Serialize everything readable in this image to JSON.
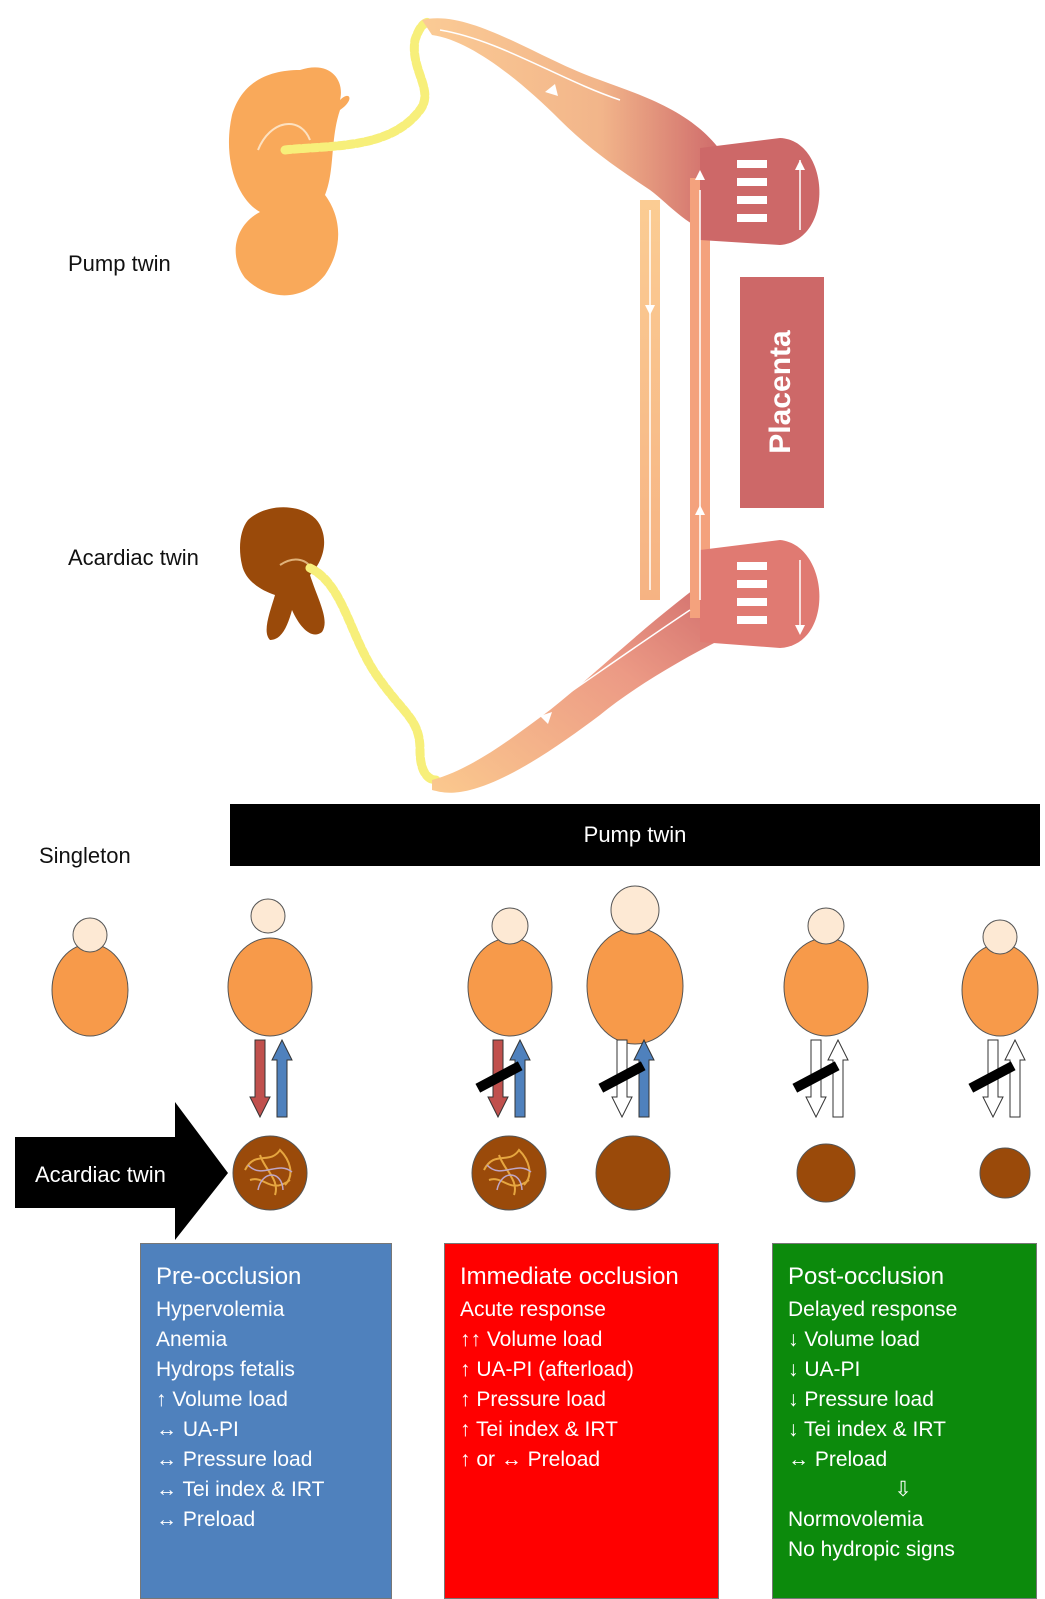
{
  "top": {
    "pump_twin_label": "Pump twin",
    "acardiac_twin_label": "Acardiac twin",
    "placenta_label": "Placenta"
  },
  "middle": {
    "singleton_label": "Singleton",
    "banner_label": "Pump twin",
    "arrow_label": "Acardiac twin"
  },
  "boxes": [
    {
      "title": "Pre-occlusion",
      "color": "#4f81bd",
      "lines": [
        "Hypervolemia",
        "Anemia",
        "Hydrops fetalis",
        "↑ Volume load",
        "↔ UA-PI",
        "↔ Pressure load",
        "↔ Tei index & IRT",
        "↔ Preload"
      ]
    },
    {
      "title": "Immediate occlusion",
      "color": "#ff0000",
      "lines": [
        "Acute response",
        "↑↑ Volume load",
        "↑ UA-PI (afterload)",
        "↑ Pressure load",
        "↑ Tei index & IRT",
        "↑ or ↔ Preload"
      ]
    },
    {
      "title": "Post-occlusion",
      "color": "#0c8a0c",
      "lines": [
        "Delayed response",
        "↓ Volume load",
        "↓ UA-PI",
        "↓ Pressure load",
        "↓ Tei index & IRT",
        "↔  Preload",
        "⇩",
        "Normovolemia",
        "No hydropic signs"
      ]
    }
  ],
  "colors": {
    "fetus": "#f9a95a",
    "acardiac": "#9a4a0a",
    "cord": "#f7ef7a",
    "placenta": "#cd6868",
    "head": "#fde9d4",
    "body": "#f79a4a",
    "artery_arrow": "#c0504d",
    "vein_arrow": "#4f81bd"
  }
}
